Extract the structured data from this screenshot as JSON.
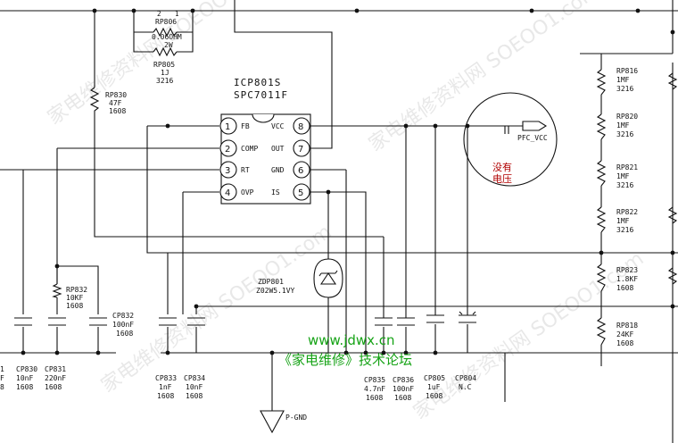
{
  "ic": {
    "name": "ICP801S",
    "part": "SPC7011F",
    "pins": [
      {
        "num": "1",
        "label": "FB"
      },
      {
        "num": "2",
        "label": "COMP"
      },
      {
        "num": "3",
        "label": "RT"
      },
      {
        "num": "4",
        "label": "OVP"
      },
      {
        "num": "8",
        "label": "VCC"
      },
      {
        "num": "7",
        "label": "OUT"
      },
      {
        "num": "6",
        "label": "GND"
      },
      {
        "num": "5",
        "label": "IS"
      }
    ]
  },
  "resistors": {
    "rp806": {
      "ref": "RP806",
      "val": "0.06OHM",
      "pkg": "2W",
      "pin1": "2",
      "pin2": "1"
    },
    "rp805": {
      "ref": "RP805",
      "val": "1J",
      "pkg": "3216"
    },
    "rp830": {
      "ref": "RP830",
      "val": "47F",
      "pkg": "1608"
    },
    "rp832": {
      "ref": "RP832",
      "val": "10KF",
      "pkg": "1608"
    },
    "rp816": {
      "ref": "RP816",
      "val": "1MF",
      "pkg": "3216"
    },
    "rp820": {
      "ref": "RP820",
      "val": "1MF",
      "pkg": "3216"
    },
    "rp821": {
      "ref": "RP821",
      "val": "1MF",
      "pkg": "3216"
    },
    "rp822": {
      "ref": "RP822",
      "val": "1MF",
      "pkg": "3216"
    },
    "rp823": {
      "ref": "RP823",
      "val": "1.8KF",
      "pkg": "1608"
    },
    "rp818": {
      "ref": "RP818",
      "val": "24KF",
      "pkg": "1608"
    }
  },
  "capacitors": {
    "cp829": {
      "ref": "1",
      "val": "F",
      "pkg": "8"
    },
    "cp830": {
      "ref": "CP830",
      "val": "10nF",
      "pkg": "1608"
    },
    "cp831": {
      "ref": "CP831",
      "val": "220nF",
      "pkg": "1608"
    },
    "cp832": {
      "ref": "CP832",
      "val": "100nF",
      "pkg": "1608"
    },
    "cp833": {
      "ref": "CP833",
      "val": "1nF",
      "pkg": "1608"
    },
    "cp834": {
      "ref": "CP834",
      "val": "10nF",
      "pkg": "1608"
    },
    "cp835": {
      "ref": "CP835",
      "val": "4.7nF",
      "pkg": "1608"
    },
    "cp836": {
      "ref": "CP836",
      "val": "100nF",
      "pkg": "1608"
    },
    "cp805": {
      "ref": "CP805",
      "val": "1uF",
      "pkg": "1608"
    },
    "cp804": {
      "ref": "CP804",
      "val": "N.C"
    }
  },
  "zener": {
    "ref": "ZDP801",
    "val": "Z02W5.1VY"
  },
  "pfc_vcc": "PFC_VCC",
  "annotation": {
    "line1": "没有",
    "line2": "电压"
  },
  "gnd_label": "P-GND",
  "watermark": {
    "url": "www.jdwx.cn",
    "forum": "《家电维修》技术论坛"
  },
  "background_watermark": "家电维修资料网 SOEOO1.com",
  "colors": {
    "wire": "#111111",
    "annotation": "#b00000",
    "watermark": "#16a316"
  }
}
